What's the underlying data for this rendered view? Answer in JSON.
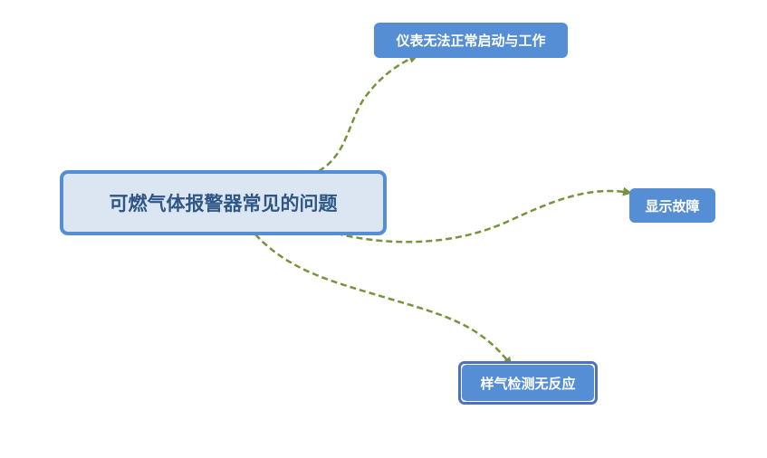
{
  "central": {
    "label": "可燃气体报警器常见的问题"
  },
  "branches": [
    {
      "label": "仪表无法正常启动与工作"
    },
    {
      "label": "显示故障"
    },
    {
      "label": "样气检测无反应"
    }
  ],
  "colors": {
    "central_fill": "#dce6f2",
    "central_border": "#558ed5",
    "central_text": "#2e5686",
    "branch_fill": "#558ed5",
    "branch_text": "#ffffff",
    "connector": "#77933c"
  }
}
